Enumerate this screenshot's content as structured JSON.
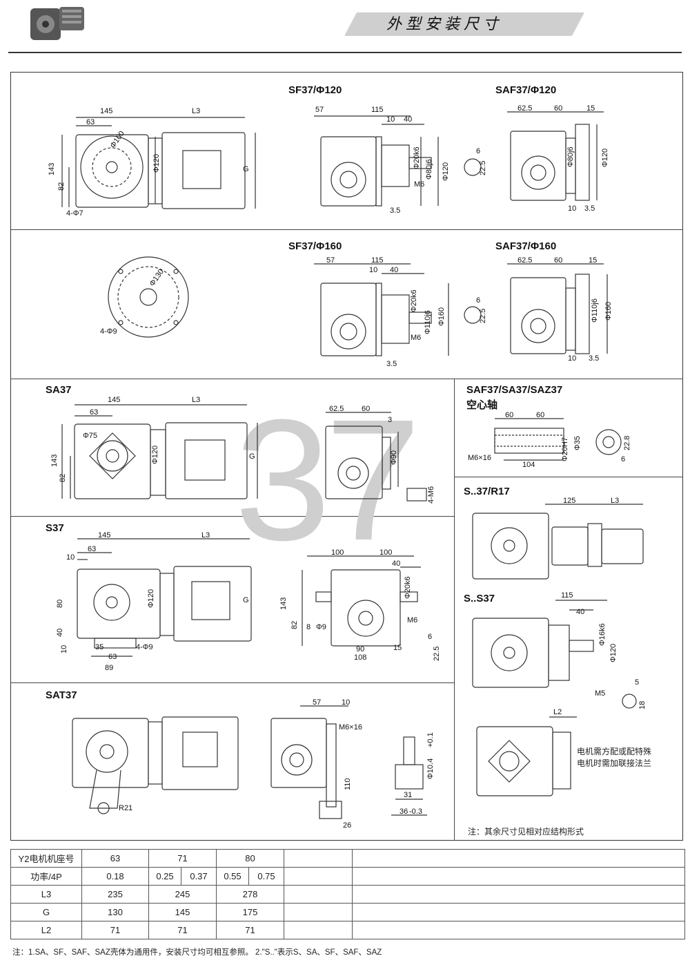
{
  "header": {
    "title": "外型安装尺寸"
  },
  "sections": {
    "sf37_120": "SF37/Φ120",
    "saf37_120": "SAF37/Φ120",
    "sf37_160": "SF37/Φ160",
    "saf37_160": "SAF37/Φ160",
    "sa37": "SA37",
    "hollow_title": "SAF37/SA37/SAZ37",
    "hollow_sub": "空心轴",
    "s37": "S37",
    "sr17": "S..37/R17",
    "ss37": "S..S37",
    "sat37": "SAT37"
  },
  "watermark": "37",
  "dims": {
    "d145": "145",
    "L3": "L3",
    "d63": "63",
    "d143": "143",
    "d82": "82",
    "d100": "Φ100",
    "d120": "Φ120",
    "G": "G",
    "h4phi7": "4-Φ7",
    "d57": "57",
    "d115": "115",
    "d10": "10",
    "d40": "40",
    "d20k6": "Φ20k6",
    "d80j6": "Φ80j6",
    "M6": "M6",
    "d3_5": "3.5",
    "d6": "6",
    "d22_5": "22.5",
    "d62_5": "62.5",
    "d60": "60",
    "d15": "15",
    "d130": "Φ130",
    "h4phi9": "4-Φ9",
    "d110j6": "Φ110j6",
    "d160": "Φ160",
    "d75": "Φ75",
    "d3": "3",
    "d90": "Φ90",
    "h4M6": "4-M6",
    "hM6x16": "M6×16",
    "d104": "104",
    "d20H7": "Φ20H7",
    "d35": "Φ35",
    "d22_8": "22.8",
    "d125": "125",
    "d100s": "100",
    "d8": "8",
    "d9": "Φ9",
    "n90": "90",
    "n108": "108",
    "n80": "80",
    "n35": "35",
    "n89": "89",
    "d16k6": "Φ16k6",
    "M5": "M5",
    "d5": "5",
    "d18": "18",
    "L2": "L2",
    "R21": "R21",
    "d110": "110",
    "d26": "26",
    "d31": "31",
    "d36": "36",
    "d36tol": "-0.3",
    "d10_4": "Φ10.4",
    "d10_4tol": "+0.1"
  },
  "notes": {
    "motor_flange_1": "电机需方配或配特殊",
    "motor_flange_2": "电机时需加联接法兰",
    "other_dims": "注：其余尺寸见相对应结构形式"
  },
  "table": {
    "row_labels": [
      "Y2电机机座号",
      "功率/4P",
      "L3",
      "G",
      "L2"
    ],
    "frames": [
      "63",
      "71",
      "80"
    ],
    "power": [
      "0.18",
      "0.25",
      "0.37",
      "0.55",
      "0.75"
    ],
    "L3": [
      "235",
      "245",
      "278"
    ],
    "G": [
      "130",
      "145",
      "175"
    ],
    "L2": [
      "71",
      "71",
      "71"
    ]
  },
  "footnote": "注：1.SA、SF、SAF、SAZ壳体为通用件，安装尺寸均可相互参照。 2.\"S..\"表示S、SA、SF、SAF、SAZ"
}
